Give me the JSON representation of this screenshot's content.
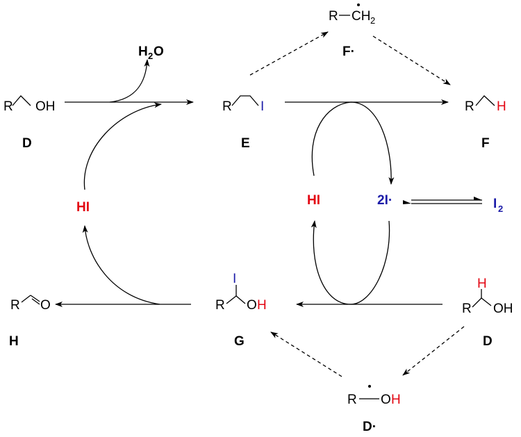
{
  "colors": {
    "black": "#000000",
    "red": "#e30613",
    "blue": "#1c1ca8"
  },
  "labels": {
    "D_top": "D",
    "E": "E",
    "F": "F",
    "F_radical": "F·",
    "G": "G",
    "H": "H",
    "D_bottom": "D",
    "D_radical": "D·"
  },
  "atoms": {
    "R": "R",
    "OH": "OH",
    "O": "O",
    "H": "H",
    "I": "I",
    "CH": "CH",
    "two": "2",
    "H2O_H": "H",
    "H2O_O": "O"
  },
  "species": {
    "HI_left": "HI",
    "HI_right": "HI",
    "iodine_radical": "2I·",
    "I2_I": "I",
    "I2_sub": "2"
  }
}
